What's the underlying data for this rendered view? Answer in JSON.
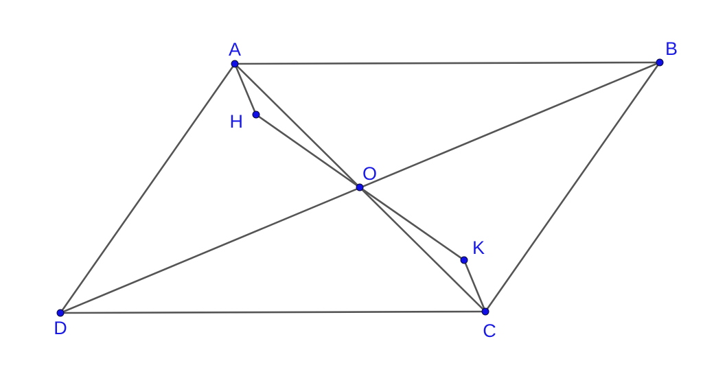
{
  "colors": {
    "line": "#555555",
    "point": "#1010e6",
    "label": "#1a1ae6",
    "background": "#ffffff"
  },
  "points": {
    "A": {
      "label": "A"
    },
    "B": {
      "label": "B"
    },
    "C": {
      "label": "C"
    },
    "D": {
      "label": "D"
    },
    "O": {
      "label": "O"
    },
    "H": {
      "label": "H"
    },
    "K": {
      "label": "K"
    }
  },
  "segments": [
    [
      "A",
      "B"
    ],
    [
      "B",
      "C"
    ],
    [
      "C",
      "D"
    ],
    [
      "D",
      "A"
    ],
    [
      "A",
      "C"
    ],
    [
      "B",
      "D"
    ],
    [
      "A",
      "H"
    ],
    [
      "H",
      "O"
    ],
    [
      "O",
      "K"
    ],
    [
      "K",
      "C"
    ]
  ]
}
